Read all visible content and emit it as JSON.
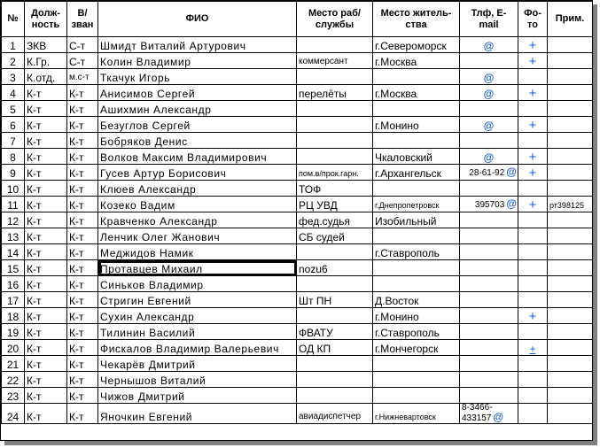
{
  "headers": {
    "num": "№",
    "rank_pos": "Долж-ность",
    "rank": "В/ зван",
    "fio": "ФИО",
    "work": "Место раб/ службы",
    "residence": "Место житель-ства",
    "phone": "Тлф, E-mail",
    "photo": "Фо-то",
    "note": "Прим."
  },
  "icons": {
    "email": "@",
    "photo": "+"
  },
  "rows": [
    {
      "n": "1",
      "pos": "ЗКВ",
      "rank": "С-т",
      "fio": "Шмидт Виталий Артурович",
      "work": "",
      "res": "г.Североморск",
      "phone": "",
      "email": true,
      "photo": true,
      "note": ""
    },
    {
      "n": "2",
      "pos": "К.Гр.",
      "rank": "С-т",
      "fio": "Колин Владимир",
      "work": "коммерсант",
      "res": "г.Москва",
      "phone": "",
      "email": false,
      "photo": true,
      "note": ""
    },
    {
      "n": "3",
      "pos": "К.отд.",
      "rank": "м.с-т",
      "fio": "Ткачук Игорь",
      "work": "",
      "res": "",
      "phone": "",
      "email": true,
      "photo": false,
      "note": ""
    },
    {
      "n": "4",
      "pos": "К-т",
      "rank": "К-т",
      "fio": "Анисимов Сергей",
      "work": "перелёты",
      "res": "г.Москва",
      "phone": "",
      "email": true,
      "photo": true,
      "note": ""
    },
    {
      "n": "5",
      "pos": "К-т",
      "rank": "К-т",
      "fio": "Ашихмин Александр",
      "work": "",
      "res": "",
      "phone": "",
      "email": false,
      "photo": false,
      "note": ""
    },
    {
      "n": "6",
      "pos": "К-т",
      "rank": "К-т",
      "fio": "Безуглов Сергей",
      "work": "",
      "res": "г.Монино",
      "phone": "",
      "email": true,
      "photo": true,
      "note": ""
    },
    {
      "n": "7",
      "pos": "К-т",
      "rank": "К-т",
      "fio": "Бобряков Денис",
      "work": "",
      "res": "",
      "phone": "",
      "email": false,
      "photo": false,
      "note": ""
    },
    {
      "n": "8",
      "pos": "К-т",
      "rank": "К-т",
      "fio": "Волков Максим Владимирович",
      "work": "",
      "res": "Чкаловский",
      "phone": "",
      "email": true,
      "photo": true,
      "note": ""
    },
    {
      "n": "9",
      "pos": "К-т",
      "rank": "К-т",
      "fio": "Гусев Артур Борисович",
      "work": "пом.в/прок.гарн.",
      "res": "г.Архангельск",
      "phone": "28-61-92",
      "email": true,
      "photo": true,
      "note": ""
    },
    {
      "n": "10",
      "pos": "К-т",
      "rank": "К-т",
      "fio": "Клюев Александр",
      "work": "ТОФ",
      "res": "",
      "phone": "",
      "email": false,
      "photo": false,
      "note": ""
    },
    {
      "n": "11",
      "pos": "К-т",
      "rank": "К-т",
      "fio": "Козеко Вадим",
      "work": "РЦ УВД",
      "res": "г.Днепропетровск",
      "phone": "395703",
      "email": true,
      "photo": true,
      "note": "рт398125"
    },
    {
      "n": "12",
      "pos": "К-т",
      "rank": "К-т",
      "fio": "Кравченко Александр",
      "work": "фед.судья",
      "res": "Изобильный",
      "phone": "",
      "email": false,
      "photo": false,
      "note": ""
    },
    {
      "n": "13",
      "pos": "К-т",
      "rank": "К-т",
      "fio": "Ленчик Олег Жанович",
      "work": "СБ судей",
      "res": "",
      "phone": "",
      "email": false,
      "photo": false,
      "note": ""
    },
    {
      "n": "14",
      "pos": "К-т",
      "rank": "К-т",
      "fio": "Меджидов Намик",
      "work": "",
      "res": "г.Ставрополь",
      "phone": "",
      "email": false,
      "photo": false,
      "note": ""
    },
    {
      "n": "15",
      "pos": "К-т",
      "rank": "К-т",
      "fio": "Протавцев Михаил",
      "work": "nozu6",
      "res": "",
      "phone": "",
      "email": false,
      "photo": false,
      "note": ""
    },
    {
      "n": "16",
      "pos": "К-т",
      "rank": "К-т",
      "fio": "Синьков Владимир",
      "work": "",
      "res": "",
      "phone": "",
      "email": false,
      "photo": false,
      "note": ""
    },
    {
      "n": "17",
      "pos": "К-т",
      "rank": "К-т",
      "fio": "Стригин Евгений",
      "work": "Шт ПН",
      "res": "Д.Восток",
      "phone": "",
      "email": false,
      "photo": false,
      "note": ""
    },
    {
      "n": "18",
      "pos": "К-т",
      "rank": "К-т",
      "fio": "Сухин Александр",
      "work": "",
      "res": "г.Монино",
      "phone": "",
      "email": false,
      "photo": true,
      "note": ""
    },
    {
      "n": "19",
      "pos": "К-т",
      "rank": "К-т",
      "fio": "Тилинин Василий",
      "work": "ФВАТУ",
      "res": "г.Ставрополь",
      "phone": "",
      "email": false,
      "photo": false,
      "note": ""
    },
    {
      "n": "20",
      "pos": "К-т",
      "rank": "К-т",
      "fio": "Фискалов Владимир Валерьевич",
      "work": "ОД КП",
      "res": "г.Мончегорск",
      "phone": "",
      "email": false,
      "photo": true,
      "note": ""
    },
    {
      "n": "21",
      "pos": "К-т",
      "rank": "К-т",
      "fio": "Чекарёв Дмитрий",
      "work": "",
      "res": "",
      "phone": "",
      "email": false,
      "photo": false,
      "note": ""
    },
    {
      "n": "22",
      "pos": "К-т",
      "rank": "К-т",
      "fio": "Чернышов Виталий",
      "work": "",
      "res": "",
      "phone": "",
      "email": false,
      "photo": false,
      "note": ""
    },
    {
      "n": "23",
      "pos": "К-т",
      "rank": "К-т",
      "fio": "Чижов Дмитрий",
      "work": "",
      "res": "",
      "phone": "",
      "email": false,
      "photo": false,
      "note": ""
    },
    {
      "n": "24",
      "pos": "К-т",
      "rank": "К-т",
      "fio": "Яночкин Евгений",
      "work": "авиадиспетчер",
      "res": "г.Нижневартовск",
      "phone": "8-3466-433157",
      "email": true,
      "photo": false,
      "note": ""
    }
  ],
  "colors": {
    "icon": "#1a5fd0",
    "border": "#000000",
    "shadow": "#808080"
  }
}
